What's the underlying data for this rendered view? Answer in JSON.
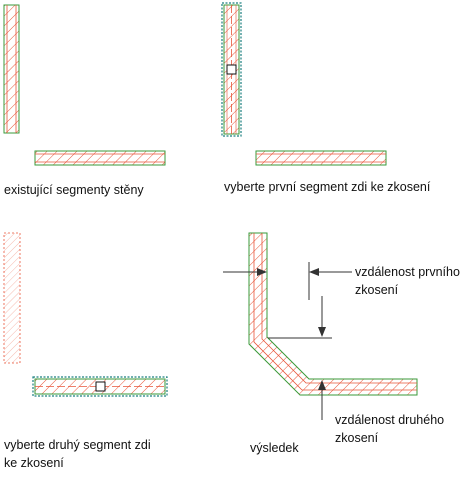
{
  "captions": {
    "panel1": "existující segmenty stěny",
    "panel2": "vyberte první segment zdi ke zkosení",
    "panel3_line1": "vyberte druhý segment zdi",
    "panel3_line2": "ke zkosení",
    "panel4": "výsledek"
  },
  "annotations": {
    "first_line1": "vzdálenost prvního",
    "first_line2": "zkosení",
    "second_line1": "vzdálenost druhého",
    "second_line2": "zkosení"
  },
  "colors": {
    "wall_outline": "#3a9a3a",
    "hatch": "#e8553a",
    "selection": "#1a7f7f",
    "dimension": "#333333"
  }
}
